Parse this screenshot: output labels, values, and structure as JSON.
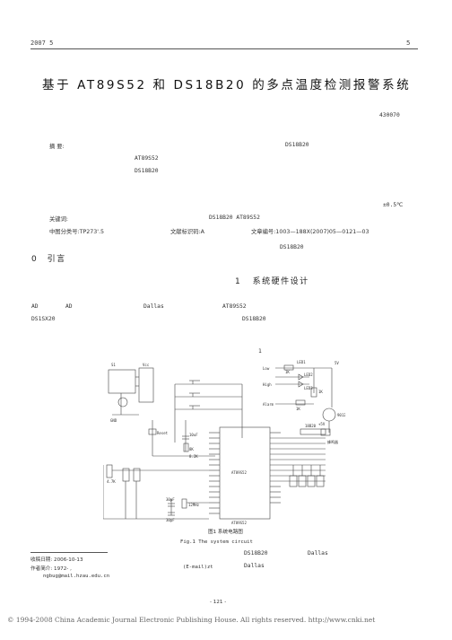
{
  "header": {
    "left": "2007    5",
    "right": "5"
  },
  "title": "基于 AT89S52 和 DS18B20 的多点温度检测报警系统",
  "affiliation": {
    "zip": "430070"
  },
  "abstract": {
    "label": "摘  要:",
    "chip1": "DS18B20",
    "chip2": "AT89S52",
    "chip3": "DS18B20",
    "accuracy": "±0.5℃"
  },
  "keywords": {
    "label": "关键词:",
    "value": "DS18B20  AT89S52"
  },
  "classification": {
    "clc": "中图分类号:TP273'.5",
    "doc_code": "文献标识码:A",
    "article_no": "文章编号:1003—188X(2007)05—0121—03"
  },
  "section0": {
    "number": "0",
    "title": "引言",
    "ref": "DS18B20"
  },
  "section1": {
    "number": "1",
    "title": "系统硬件设计"
  },
  "intro": {
    "w1": "AD",
    "w2": "AD",
    "w3": "Dallas",
    "w4": "AT89S52",
    "w5": "DS1SX20",
    "w6": "DS18B20"
  },
  "figure_ref": "1",
  "circuit": {
    "labels": {
      "s1": "S1",
      "vcc": "Vcc",
      "gnd": "GND",
      "low": "Low",
      "high": "High",
      "alarm": "Alarm",
      "led1": "LED1",
      "led2": "LED2",
      "led3": "LED3",
      "r1": "1K",
      "r2": "1K",
      "r3": "1K",
      "v5": "5V",
      "v5b": "+5V",
      "q1": "9012",
      "buzzer": "蜂鸣器",
      "reset": "Reset",
      "cap10": "10uF",
      "r8k": "8K",
      "r82k": "8.2K",
      "ds18b20": "18B20",
      "mcu": "AT89S52",
      "mcu_sub": "AT89S52",
      "xtal": "12MHz",
      "c30a": "30pF",
      "c30b": "30pF",
      "rp": "4.7K"
    }
  },
  "figure_caption": {
    "cn": "图1  系统电路图",
    "en": "Fig.1  The system circuit"
  },
  "right_col": {
    "chip": "DS18B20",
    "maker": "Dallas",
    "maker2": "Dallas"
  },
  "footnote": {
    "received": "收稿日期: 2006-10-13",
    "author": "作者简介:        1972- ,",
    "email_label": "(E-mail)zt",
    "email": "ngbug@mail.hzau.edu.cn"
  },
  "page_number": "- 121 -",
  "copyright": "© 1994-2008 China Academic Journal Electronic Publishing House. All rights reserved.   http://www.cnki.net"
}
